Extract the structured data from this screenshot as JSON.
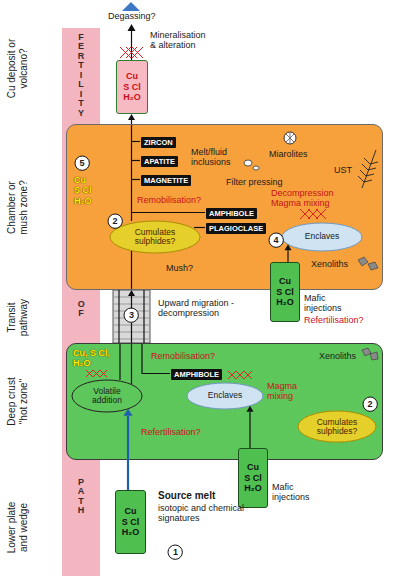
{
  "diagram": {
    "nodes": [
      {
        "text": [
          "FERTILITY",
          "OF",
          "PATH"
        ]
      },
      {
        "text": [
          "Cu S Cl H₂O"
        ]
      },
      {
        "text": [
          "Cu S Cl H₂O",
          "Melt/fluid inclusions",
          "Miarolites",
          "UST",
          "Filter pressing",
          "Decompression",
          "Magma mixing",
          "Remobilisation?",
          "Mush?",
          "Xenoliths"
        ]
      },
      {
        "text": [
          "5"
        ],
        "in": 2
      },
      {
        "text": [
          "ZIRCON"
        ],
        "in": 2
      },
      {
        "text": [
          "APATITE"
        ],
        "in": 2
      },
      {
        "text": [
          "MAGNETITE"
        ],
        "in": 2
      },
      {
        "text": [
          "AMPHIBOLE"
        ],
        "in": 2
      },
      {
        "text": [
          "PLAGIOCLASE"
        ],
        "in": 2
      },
      {
        "text": [
          "Cumulates sulphides?"
        ],
        "in": 2
      },
      {
        "text": [
          "2"
        ],
        "in": 2
      },
      {
        "text": [
          "Enclaves"
        ],
        "in": 2
      },
      {
        "text": [
          "4"
        ],
        "in": 2
      },
      {
        "text": [
          "Cu S Cl H₂O"
        ]
      },
      {
        "text": [
          "3"
        ]
      },
      {
        "text": [
          "Cu, S Cl, H₂O",
          "Remobilisation?",
          "Xenoliths",
          "Magma mixing",
          "Refertilisation?"
        ]
      },
      {
        "text": [
          "AMPHIBOLE"
        ],
        "in": 15
      },
      {
        "text": [
          "Volatile addition"
        ],
        "in": 15
      },
      {
        "text": [
          "Enclaves"
        ],
        "in": 15
      },
      {
        "text": [
          "Cumulates sulphides?"
        ],
        "in": 15
      },
      {
        "text": [
          "2"
        ],
        "in": 15
      },
      {
        "text": [
          "Cu S Cl H₂O"
        ]
      },
      {
        "text": [
          "Cu S Cl H₂O"
        ]
      },
      {
        "text": [
          "1"
        ]
      }
    ],
    "edges": [
      {
        "from": 2,
        "to": 1,
        "arrow": "to"
      },
      {
        "from": 14,
        "to": 2,
        "arrow": "to"
      },
      {
        "from": 15,
        "to": 14,
        "arrow": "none"
      },
      {
        "from": 13,
        "to": 11,
        "arrow": "to"
      },
      {
        "from": 21,
        "to": 18,
        "arrow": "to"
      },
      {
        "from": 22,
        "to": 17,
        "arrow": "to"
      }
    ],
    "labels": [
      "Degassing?",
      "Mineralisation & alteration",
      "Cu deposit or volcano?",
      "Chamber or mush zone?",
      "Transit pathway",
      "Deep crust \"hot zone\"",
      "Lower plate and wedge",
      "Upward migration - decompression",
      "Mafic injections",
      "Refertilisation?",
      "Mafic injections",
      "Source melt",
      "isotopic and chemical signatures"
    ]
  }
}
